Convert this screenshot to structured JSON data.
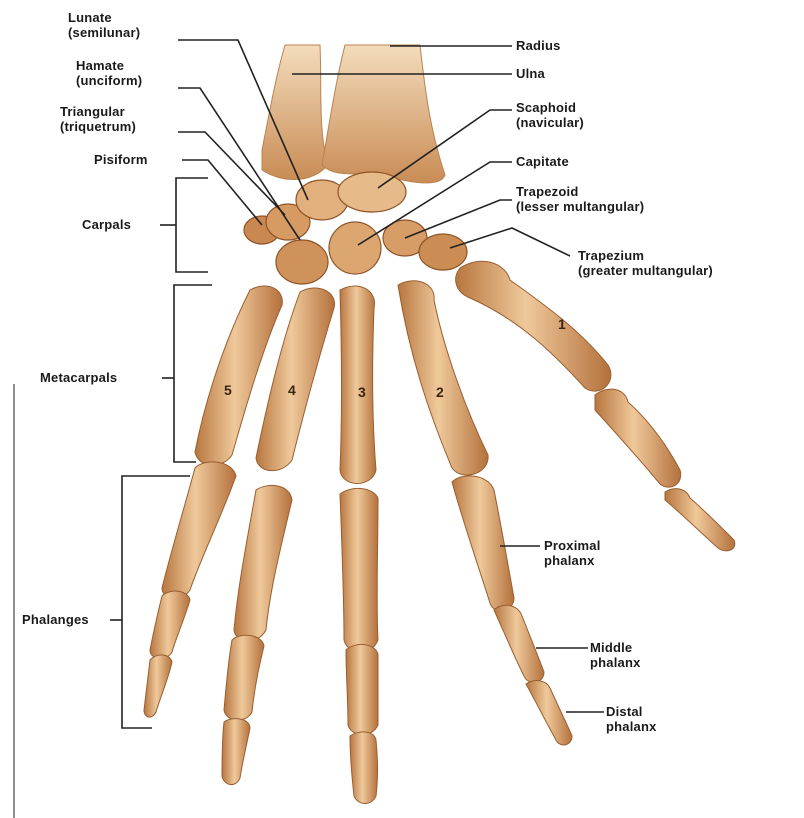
{
  "labels": {
    "lunate": [
      "Lunate",
      "(semilunar)"
    ],
    "hamate": [
      "Hamate",
      "(unciform)"
    ],
    "triangular": [
      "Triangular",
      "(triquetrum)"
    ],
    "pisiform": "Pisiform",
    "carpals": "Carpals",
    "metacarpals": "Metacarpals",
    "phalanges": "Phalanges",
    "radius": "Radius",
    "ulna": "Ulna",
    "scaphoid": [
      "Scaphoid",
      "(navicular)"
    ],
    "capitate": "Capitate",
    "trapezoid": [
      "Trapezoid",
      "(lesser multangular)"
    ],
    "trapezium": [
      "Trapezium",
      "(greater multangular)"
    ],
    "proximal": [
      "Proximal",
      "phalanx"
    ],
    "middle": [
      "Middle",
      "phalanx"
    ],
    "distal": [
      "Distal",
      "phalanx"
    ]
  },
  "digit_numbers": [
    "5",
    "4",
    "3",
    "2",
    "1"
  ],
  "colors": {
    "bone": "#d9a06a",
    "bone_light": "#ecc79a",
    "bone_shadow": "#a86a3a",
    "leader": "#222222"
  }
}
